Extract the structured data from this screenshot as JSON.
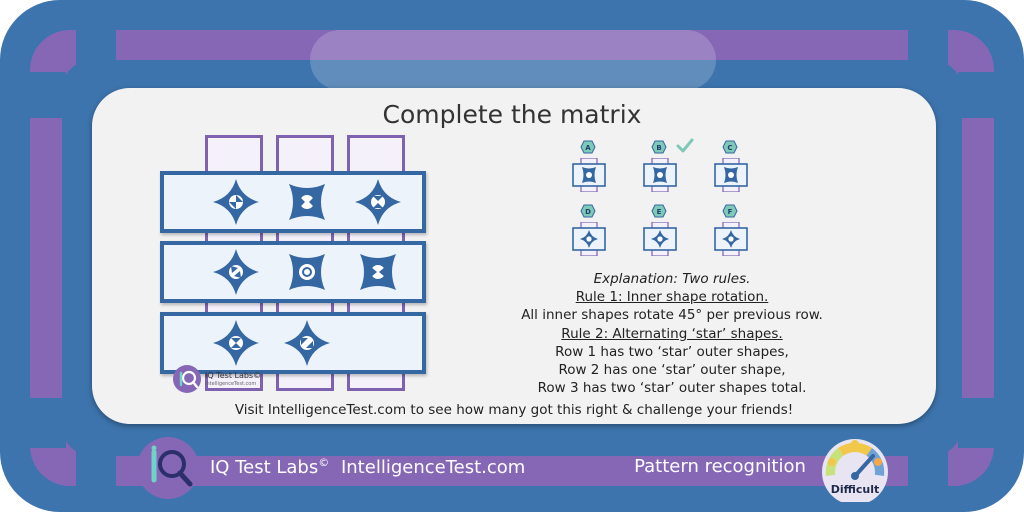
{
  "title": "Complete the matrix",
  "matrix": {
    "rows": [
      [
        "star",
        "square",
        "star"
      ],
      [
        "star",
        "square",
        "square"
      ],
      [
        "star",
        "star",
        null
      ]
    ]
  },
  "logo": {
    "name": "IQ Test Labs©",
    "site": "IntelligenceTest.com"
  },
  "options": [
    {
      "label": "A"
    },
    {
      "label": "B",
      "correct": true
    },
    {
      "label": "C"
    },
    {
      "label": "D"
    },
    {
      "label": "E"
    },
    {
      "label": "F"
    }
  ],
  "explanation": {
    "heading": "Explanation: Two rules.",
    "rule1_title": "Rule 1: Inner shape rotation.",
    "rule1_text": "All inner shapes rotate 45° per previous row.",
    "rule2_title": "Rule 2: Alternating ‘star’ shapes.",
    "rule2_line1": "Row 1 has two ‘star’ outer shapes,",
    "rule2_line2": "Row 2 has one ‘star’ outer shape,",
    "rule2_line3": "Row 3 has two ‘star’ outer shapes total."
  },
  "visit_text": "Visit IntelligenceTest.com to see how many got this right & challenge your friends!",
  "footer": {
    "brand_name": "IQ Test Labs",
    "brand_mark": "©",
    "brand_site": "IntelligenceTest.com",
    "category": "Pattern recognition",
    "difficulty": "Difficult"
  },
  "colors": {
    "frame_blue": "#3d74ad",
    "frame_purple": "#8667b6",
    "shape_blue": "#3567a3",
    "badge_teal": "#7fc9b8",
    "check_green": "#7fc9b8"
  }
}
